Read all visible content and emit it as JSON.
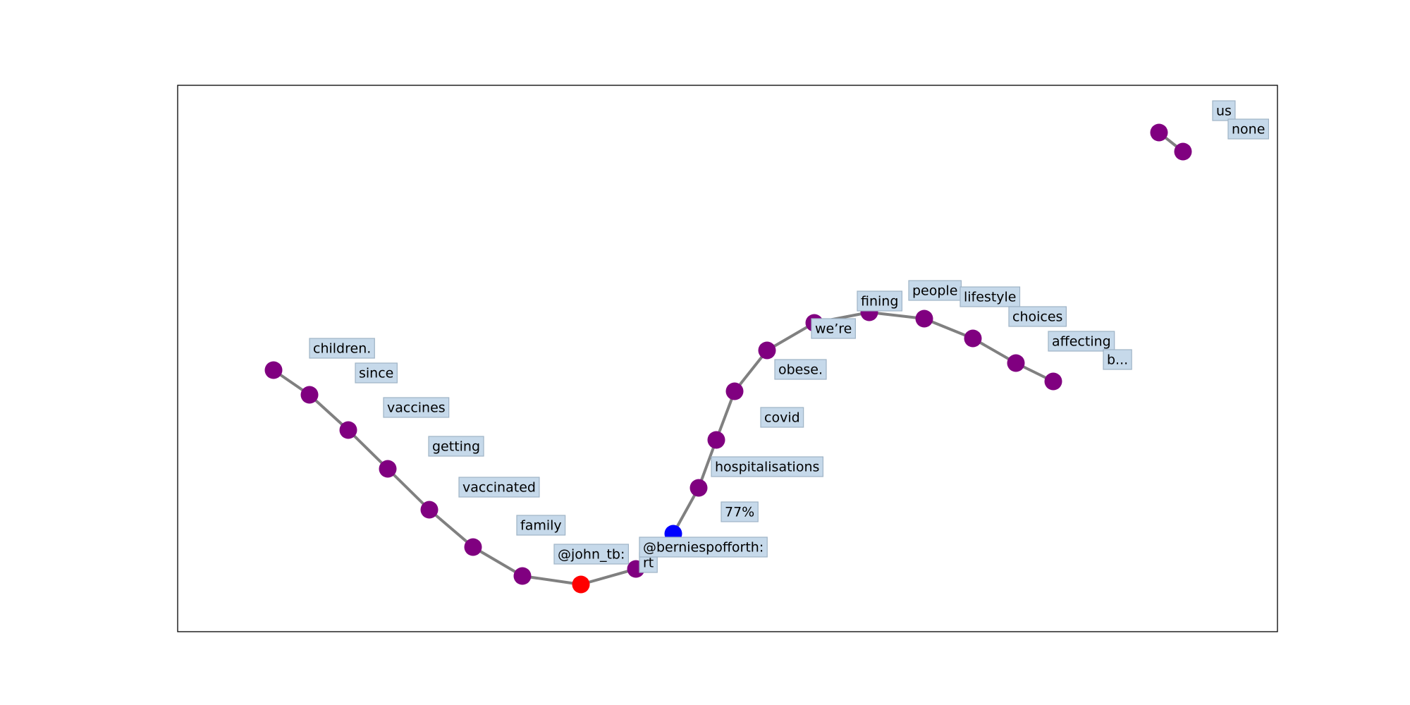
{
  "colors": {
    "node_default": "#800080",
    "node_highlight_start": "#ff0000",
    "node_highlight_end": "#0000ff",
    "edge": "#808080",
    "label_bg": "#c6d9ea",
    "label_border": "#9fb3c6"
  },
  "graph": {
    "nodes": [
      {
        "id": "children.",
        "label": "children.",
        "color": "#800080"
      },
      {
        "id": "since",
        "label": "since",
        "color": "#800080"
      },
      {
        "id": "vaccines",
        "label": "vaccines",
        "color": "#800080"
      },
      {
        "id": "getting",
        "label": "getting",
        "color": "#800080"
      },
      {
        "id": "vaccinated",
        "label": "vaccinated",
        "color": "#800080"
      },
      {
        "id": "family",
        "label": "family",
        "color": "#800080"
      },
      {
        "id": "@john_tb:",
        "label": "@john_tb:",
        "color": "#800080"
      },
      {
        "id": "rt",
        "label": "rt",
        "color": "#ff0000"
      },
      {
        "id": "@berniespofforth:",
        "label": "@berniespofforth:",
        "color": "#800080"
      },
      {
        "id": "77%",
        "label": "77%",
        "color": "#0000ff"
      },
      {
        "id": "hospitalisations",
        "label": "hospitalisations",
        "color": "#800080"
      },
      {
        "id": "covid",
        "label": "covid",
        "color": "#800080"
      },
      {
        "id": "obese.",
        "label": "obese.",
        "color": "#800080"
      },
      {
        "id": "we’re",
        "label": "we’re",
        "color": "#800080"
      },
      {
        "id": "fining",
        "label": "fining",
        "color": "#800080"
      },
      {
        "id": "people",
        "label": "people",
        "color": "#800080"
      },
      {
        "id": "lifestyle",
        "label": "lifestyle",
        "color": "#800080"
      },
      {
        "id": "choices",
        "label": "choices",
        "color": "#800080"
      },
      {
        "id": "affecting",
        "label": "affecting",
        "color": "#800080"
      },
      {
        "id": "b...",
        "label": "b...",
        "color": "#800080"
      },
      {
        "id": "us",
        "label": "us",
        "color": "#800080"
      },
      {
        "id": "none",
        "label": "none",
        "color": "#800080"
      }
    ],
    "edges": [
      [
        "children.",
        "since"
      ],
      [
        "since",
        "vaccines"
      ],
      [
        "vaccines",
        "getting"
      ],
      [
        "getting",
        "vaccinated"
      ],
      [
        "vaccinated",
        "family"
      ],
      [
        "family",
        "@john_tb:"
      ],
      [
        "@john_tb:",
        "rt"
      ],
      [
        "rt",
        "@berniespofforth:"
      ],
      [
        "@berniespofforth:",
        "77%"
      ],
      [
        "77%",
        "hospitalisations"
      ],
      [
        "hospitalisations",
        "covid"
      ],
      [
        "covid",
        "obese."
      ],
      [
        "obese.",
        "we’re"
      ],
      [
        "we’re",
        "fining"
      ],
      [
        "fining",
        "people"
      ],
      [
        "people",
        "lifestyle"
      ],
      [
        "lifestyle",
        "choices"
      ],
      [
        "choices",
        "affecting"
      ],
      [
        "affecting",
        "b..."
      ],
      [
        "us",
        "none"
      ]
    ]
  }
}
